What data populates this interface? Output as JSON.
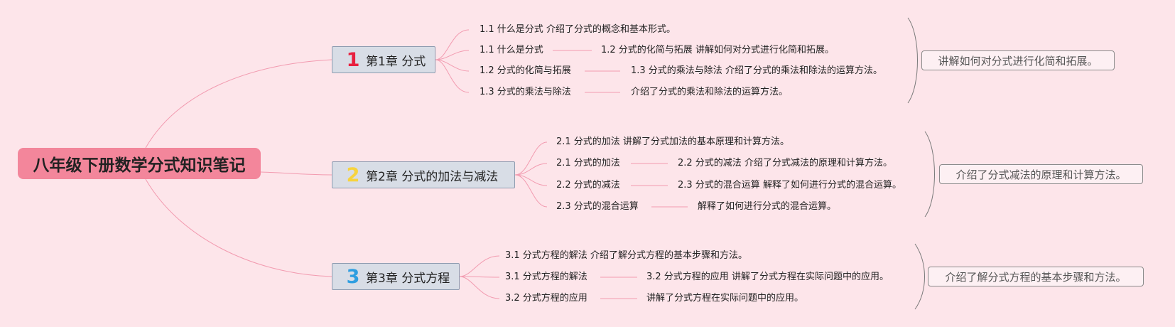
{
  "root": {
    "title": "八年级下册数学分式知识笔记"
  },
  "chapters": [
    {
      "number": "1",
      "number_color": "#e8203f",
      "title": "第1章 分式",
      "items": [
        {
          "text": "1.1 什么是分式 介绍了分式的概念和基本形式。"
        },
        {
          "text": "1.1 什么是分式",
          "target": "1.2 分式的化简与拓展 讲解如何对分式进行化简和拓展。"
        },
        {
          "text": "1.2 分式的化简与拓展",
          "target": "1.3 分式的乘法与除法 介绍了分式的乘法和除法的运算方法。"
        },
        {
          "text": "1.3 分式的乘法与除法",
          "target": "介绍了分式的乘法和除法的运算方法。"
        }
      ],
      "summary": "讲解如何对分式进行化简和拓展。"
    },
    {
      "number": "2",
      "number_color": "#f7d33d",
      "title": "第2章 分式的加法与减法",
      "items": [
        {
          "text": "2.1 分式的加法 讲解了分式加法的基本原理和计算方法。"
        },
        {
          "text": "2.1 分式的加法",
          "target": "2.2 分式的减法 介绍了分式减法的原理和计算方法。"
        },
        {
          "text": "2.2 分式的减法",
          "target": "2.3 分式的混合运算 解释了如何进行分式的混合运算。"
        },
        {
          "text": "2.3 分式的混合运算",
          "target": "解释了如何进行分式的混合运算。"
        }
      ],
      "summary": "介绍了分式减法的原理和计算方法。"
    },
    {
      "number": "3",
      "number_color": "#2e9ee0",
      "title": "第3章 分式方程",
      "items": [
        {
          "text": "3.1 分式方程的解法 介绍了解分式方程的基本步骤和方法。"
        },
        {
          "text": "3.1 分式方程的解法",
          "target": "3.2 分式方程的应用 讲解了分式方程在实际问题中的应用。"
        },
        {
          "text": "3.2 分式方程的应用",
          "target": "讲解了分式方程在实际问题中的应用。"
        }
      ],
      "summary": "介绍了解分式方程的基本步骤和方法。"
    }
  ],
  "colors": {
    "background": "#fde5ea",
    "root": "#f3869b",
    "connector": "#f29bb0",
    "chapter_fill": "#d8dde6"
  }
}
